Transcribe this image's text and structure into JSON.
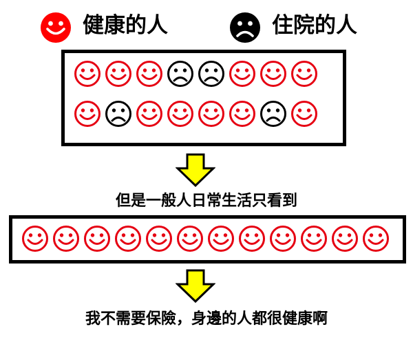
{
  "legend": {
    "healthy_label": "健康的人",
    "hospitalized_label": "住院的人",
    "healthy_icon": "smiley-face-icon",
    "hospitalized_icon": "frowning-face-icon"
  },
  "colors": {
    "healthy_face": "#e60012",
    "legend_healthy_fill": "#ff0000",
    "sad_face": "#000000",
    "arrow_fill": "#ffff00",
    "border": "#000000"
  },
  "population": {
    "rows": [
      [
        "happy",
        "happy",
        "happy",
        "sad",
        "sad",
        "happy",
        "happy",
        "happy"
      ],
      [
        "happy",
        "sad",
        "happy",
        "happy",
        "happy",
        "happy",
        "sad",
        "happy"
      ]
    ]
  },
  "caption_1": "但是一般人日常生活只看到",
  "everyday_view": {
    "row": [
      "happy",
      "happy",
      "happy",
      "happy",
      "happy",
      "happy",
      "happy",
      "happy",
      "happy",
      "happy",
      "happy",
      "happy"
    ]
  },
  "caption_2": "我不需要保險，身邊的人都很健康啊"
}
